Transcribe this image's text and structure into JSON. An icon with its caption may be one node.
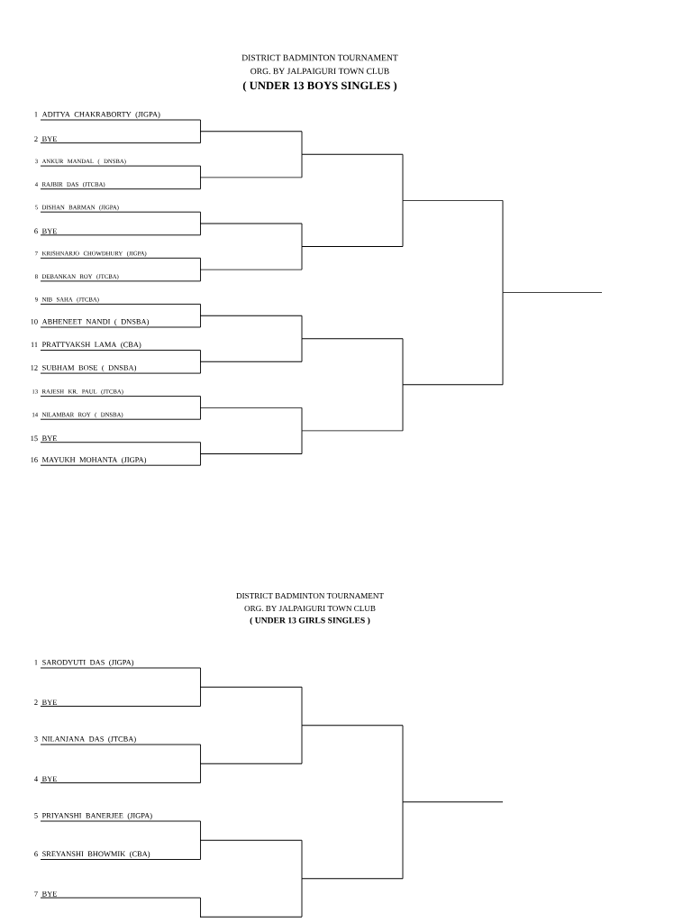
{
  "diagram": {
    "nodes": [
      {
        "text": [
          "ADITYA CHAKRABORTY (JIGPA)"
        ],
        "beside": [
          "1"
        ]
      },
      {
        "text": [
          "BYE"
        ],
        "beside": [
          "2"
        ]
      },
      {
        "text": [
          "ANKUR MANDAL ( DNSBA)"
        ],
        "beside": [
          "3"
        ]
      },
      {
        "text": [
          "RAJBIR DAS (JTCBA)"
        ],
        "beside": [
          "4"
        ]
      },
      {
        "text": [
          "DISHAN BARMAN (JIGPA)"
        ],
        "beside": [
          "5"
        ]
      },
      {
        "text": [
          "BYE"
        ],
        "beside": [
          "6"
        ]
      },
      {
        "text": [
          "KRISHNARJO CHOWDHURY (JIGPA)"
        ],
        "beside": [
          "7"
        ]
      },
      {
        "text": [
          "DEBANKAN ROY (JTCBA)"
        ],
        "beside": [
          "8"
        ]
      },
      {
        "text": [
          "NIB SAHA (JTCBA)"
        ],
        "beside": [
          "9"
        ]
      },
      {
        "text": [
          "ABHENEET NANDI ( DNSBA)"
        ],
        "beside": [
          "10"
        ]
      },
      {
        "text": [
          "PRATTYAKSH LAMA (CBA)"
        ],
        "beside": [
          "11"
        ]
      },
      {
        "text": [
          "SUBHAM BOSE ( DNSBA)"
        ],
        "beside": [
          "12"
        ]
      },
      {
        "text": [
          "RAJESH KR. PAUL (JTCBA)"
        ],
        "beside": [
          "13"
        ]
      },
      {
        "text": [
          "NILAMBAR ROY ( DNSBA)"
        ],
        "beside": [
          "14"
        ]
      },
      {
        "text": [
          "BYE"
        ],
        "beside": [
          "15"
        ]
      },
      {
        "text": [
          "MAYUKH MOHANTA (JIGPA)"
        ],
        "beside": [
          "16"
        ]
      },
      {
        "text": [],
        "shape": "line"
      },
      {
        "text": [],
        "shape": "line"
      },
      {
        "text": [],
        "shape": "line"
      },
      {
        "text": [],
        "shape": "line"
      },
      {
        "text": [],
        "shape": "line"
      },
      {
        "text": [],
        "shape": "line"
      },
      {
        "text": [],
        "shape": "line"
      },
      {
        "text": [],
        "shape": "line"
      },
      {
        "text": [],
        "shape": "line"
      },
      {
        "text": [],
        "shape": "line"
      },
      {
        "text": [],
        "shape": "line"
      },
      {
        "text": [],
        "shape": "line"
      },
      {
        "text": [],
        "shape": "line"
      },
      {
        "text": [],
        "shape": "line"
      },
      {
        "text": [],
        "shape": "line"
      },
      {
        "text": [
          "SARODYUTI DAS (JIGPA)"
        ],
        "beside": [
          "1"
        ]
      },
      {
        "text": [
          "BYE"
        ],
        "beside": [
          "2"
        ]
      },
      {
        "text": [
          "NILANJANA DAS (JTCBA)"
        ],
        "beside": [
          "3"
        ]
      },
      {
        "text": [
          "BYE"
        ],
        "beside": [
          "4"
        ]
      },
      {
        "text": [
          "PRIYANSHI BANERJEE (JIGPA)"
        ],
        "beside": [
          "5"
        ]
      },
      {
        "text": [
          "SREYANSHI BHOWMIK (CBA)"
        ],
        "beside": [
          "6"
        ]
      },
      {
        "text": [
          "BYE"
        ],
        "beside": [
          "7"
        ]
      },
      {
        "text": [],
        "shape": "line"
      },
      {
        "text": [],
        "shape": "line"
      },
      {
        "text": [],
        "shape": "line"
      },
      {
        "text": [],
        "shape": "line"
      },
      {
        "text": [],
        "shape": "line"
      },
      {
        "text": [],
        "shape": "line"
      },
      {
        "text": [],
        "shape": "line"
      }
    ],
    "edges": [
      {
        "from": 0,
        "to": 16,
        "arrow": "none"
      },
      {
        "from": 1,
        "to": 16,
        "arrow": "none"
      },
      {
        "from": 2,
        "to": 17,
        "arrow": "none"
      },
      {
        "from": 3,
        "to": 17,
        "arrow": "none"
      },
      {
        "from": 4,
        "to": 18,
        "arrow": "none"
      },
      {
        "from": 5,
        "to": 18,
        "arrow": "none"
      },
      {
        "from": 6,
        "to": 19,
        "arrow": "none"
      },
      {
        "from": 7,
        "to": 19,
        "arrow": "none"
      },
      {
        "from": 8,
        "to": 20,
        "arrow": "none"
      },
      {
        "from": 9,
        "to": 20,
        "arrow": "none"
      },
      {
        "from": 10,
        "to": 21,
        "arrow": "none"
      },
      {
        "from": 11,
        "to": 21,
        "arrow": "none"
      },
      {
        "from": 12,
        "to": 22,
        "arrow": "none"
      },
      {
        "from": 13,
        "to": 22,
        "arrow": "none"
      },
      {
        "from": 14,
        "to": 23,
        "arrow": "none"
      },
      {
        "from": 15,
        "to": 23,
        "arrow": "none"
      },
      {
        "from": 16,
        "to": 24,
        "arrow": "none"
      },
      {
        "from": 17,
        "to": 24,
        "arrow": "none"
      },
      {
        "from": 18,
        "to": 25,
        "arrow": "none"
      },
      {
        "from": 19,
        "to": 25,
        "arrow": "none"
      },
      {
        "from": 20,
        "to": 26,
        "arrow": "none"
      },
      {
        "from": 21,
        "to": 26,
        "arrow": "none"
      },
      {
        "from": 22,
        "to": 27,
        "arrow": "none"
      },
      {
        "from": 23,
        "to": 27,
        "arrow": "none"
      },
      {
        "from": 24,
        "to": 28,
        "arrow": "none"
      },
      {
        "from": 25,
        "to": 28,
        "arrow": "none"
      },
      {
        "from": 26,
        "to": 29,
        "arrow": "none"
      },
      {
        "from": 27,
        "to": 29,
        "arrow": "none"
      },
      {
        "from": 28,
        "to": 30,
        "arrow": "none"
      },
      {
        "from": 29,
        "to": 30,
        "arrow": "none"
      },
      {
        "from": 31,
        "to": 38,
        "arrow": "none"
      },
      {
        "from": 32,
        "to": 38,
        "arrow": "none"
      },
      {
        "from": 33,
        "to": 39,
        "arrow": "none"
      },
      {
        "from": 34,
        "to": 39,
        "arrow": "none"
      },
      {
        "from": 35,
        "to": 40,
        "arrow": "none"
      },
      {
        "from": 36,
        "to": 40,
        "arrow": "none"
      },
      {
        "from": 37,
        "to": 41,
        "arrow": "none"
      },
      {
        "from": 38,
        "to": 42,
        "arrow": "none"
      },
      {
        "from": 39,
        "to": 42,
        "arrow": "none"
      },
      {
        "from": 40,
        "to": 43,
        "arrow": "none"
      },
      {
        "from": 41,
        "to": 43,
        "arrow": "none"
      },
      {
        "from": 42,
        "to": 44,
        "arrow": "none"
      },
      {
        "from": 43,
        "to": 44,
        "arrow": "none"
      }
    ],
    "labels": [
      "DISTRICT BADMINTON TOURNAMENT",
      "ORG. BY JALPAIGURI TOWN CLUB",
      "( UNDER 13 BOYS SINGLES )",
      "DISTRICT BADMINTON TOURNAMENT",
      "ORG. BY JALPAIGURI TOWN CLUB",
      "( UNDER 13 GIRLS SINGLES )"
    ]
  }
}
